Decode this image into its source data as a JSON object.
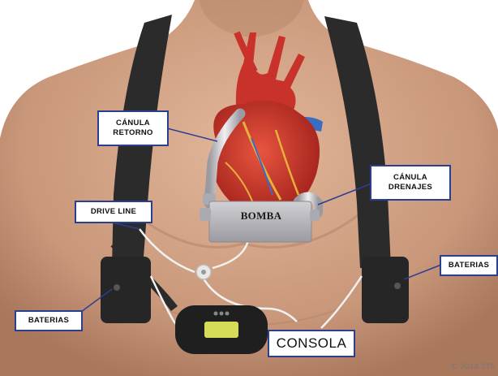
{
  "labels": {
    "canula_retorno": [
      "CÁNULA",
      "RETORNO"
    ],
    "canula_drenajes": [
      "CÁNULA",
      "DRENAJES"
    ],
    "drive_line": "DRIVE LINE",
    "bomba": "BOMBA",
    "baterias_left": "BATERIAS",
    "baterias_right": "BATERIAS",
    "consola": "CONSOLA"
  },
  "copyright": "© 2018 STS",
  "colors": {
    "label_border": "#2b3f8f",
    "skin": "#c99a7c",
    "strap": "#2a2a2a",
    "heart": "#c8322a",
    "vessel_blue": "#3b6cc4",
    "pump": "#b8b8bd",
    "console_screen": "#d6dc5a"
  }
}
